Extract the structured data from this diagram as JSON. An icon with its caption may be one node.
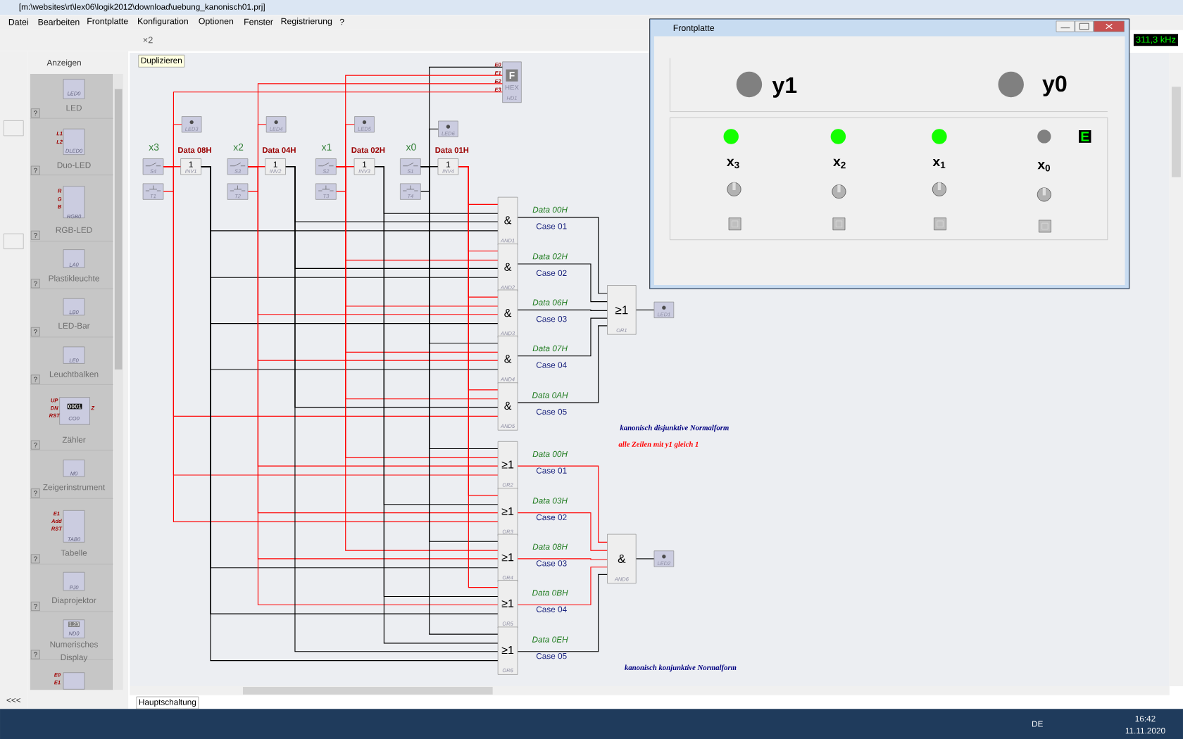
{
  "diagram": {
    "nodes": [
      {
        "text": [
          "F",
          "HEX",
          "HD1"
        ],
        "beside": [
          "E0",
          "E1",
          "E2",
          "E3"
        ]
      },
      {
        "text": [
          "LED3"
        ]
      },
      {
        "text": [
          "LED4"
        ]
      },
      {
        "text": [
          "LED5"
        ]
      },
      {
        "text": [
          "LED6"
        ]
      },
      {
        "text": [
          "S4"
        ],
        "beside": [
          "x3"
        ]
      },
      {
        "text": [
          "1",
          "INV1"
        ],
        "beside": [
          "Data 08H"
        ]
      },
      {
        "text": [
          "T1"
        ]
      },
      {
        "text": [
          "S3"
        ],
        "beside": [
          "x2"
        ]
      },
      {
        "text": [
          "1",
          "INV2"
        ],
        "beside": [
          "Data 04H"
        ]
      },
      {
        "text": [
          "T2"
        ]
      },
      {
        "text": [
          "S2"
        ],
        "beside": [
          "x1"
        ]
      },
      {
        "text": [
          "1",
          "INV3"
        ],
        "beside": [
          "Data 02H"
        ]
      },
      {
        "text": [
          "T3"
        ]
      },
      {
        "text": [
          "S1"
        ],
        "beside": [
          "x0"
        ]
      },
      {
        "text": [
          "1",
          "INV4"
        ],
        "beside": [
          "Data 01H"
        ]
      },
      {
        "text": [
          "T4"
        ]
      },
      {
        "text": [
          "&",
          "AND1"
        ],
        "beside": [
          "Data 00H",
          "Case 01"
        ]
      },
      {
        "text": [
          "&",
          "AND2"
        ],
        "beside": [
          "Data 02H",
          "Case 02"
        ]
      },
      {
        "text": [
          "&",
          "AND3"
        ],
        "beside": [
          "Data 06H",
          "Case 03"
        ]
      },
      {
        "text": [
          "&",
          "AND4"
        ],
        "beside": [
          "Data 07H",
          "Case 04"
        ]
      },
      {
        "text": [
          "&",
          "AND5"
        ],
        "beside": [
          "Data 0AH",
          "Case 05"
        ]
      },
      {
        "text": [
          "≥1",
          "OR1"
        ]
      },
      {
        "text": [
          "LED1"
        ]
      },
      {
        "text": [
          "≥1",
          "OR2"
        ],
        "beside": [
          "Data 00H",
          "Case 01"
        ]
      },
      {
        "text": [
          "≥1",
          "OR3"
        ],
        "beside": [
          "Data 03H",
          "Case 02"
        ]
      },
      {
        "text": [
          "≥1",
          "OR4"
        ],
        "beside": [
          "Data 08H",
          "Case 03"
        ]
      },
      {
        "text": [
          "≥1",
          "OR5"
        ],
        "beside": [
          "Data 0BH",
          "Case 04"
        ]
      },
      {
        "text": [
          "≥1",
          "OR6"
        ],
        "beside": [
          "Data 0EH",
          "Case 05"
        ]
      },
      {
        "text": [
          "&",
          "AND6"
        ]
      },
      {
        "text": [
          "LED2"
        ]
      }
    ],
    "edges": [
      {
        "from": 5,
        "to": 6,
        "arrow": "none"
      },
      {
        "from": 7,
        "to": 6,
        "arrow": "none"
      },
      {
        "from": 5,
        "to": 1,
        "arrow": "none"
      },
      {
        "from": 8,
        "to": 9,
        "arrow": "none"
      },
      {
        "from": 10,
        "to": 9,
        "arrow": "none"
      },
      {
        "from": 8,
        "to": 2,
        "arrow": "none"
      },
      {
        "from": 11,
        "to": 12,
        "arrow": "none"
      },
      {
        "from": 13,
        "to": 12,
        "arrow": "none"
      },
      {
        "from": 11,
        "to": 3,
        "arrow": "none"
      },
      {
        "from": 14,
        "to": 15,
        "arrow": "none",
        "color": "#000000"
      },
      {
        "from": 16,
        "to": 15,
        "arrow": "none",
        "color": "#000000"
      },
      {
        "from": 14,
        "to": 4,
        "arrow": "none",
        "color": "#000000"
      },
      {
        "from": 14,
        "to": 0,
        "arrow": "none",
        "color": "#000000"
      },
      {
        "from": 11,
        "to": 0,
        "arrow": "none"
      },
      {
        "from": 8,
        "to": 0,
        "arrow": "none"
      },
      {
        "from": 5,
        "to": 0,
        "arrow": "none"
      },
      {
        "from": 15,
        "to": 17,
        "arrow": "none"
      },
      {
        "from": 12,
        "to": 17,
        "arrow": "none",
        "color": "#000000"
      },
      {
        "from": 9,
        "to": 17,
        "arrow": "none",
        "color": "#000000"
      },
      {
        "from": 6,
        "to": 17,
        "arrow": "none",
        "color": "#000000"
      },
      {
        "from": 15,
        "to": 18,
        "arrow": "none"
      },
      {
        "from": 11,
        "to": 18,
        "arrow": "none"
      },
      {
        "from": 9,
        "to": 18,
        "arrow": "none",
        "color": "#000000"
      },
      {
        "from": 6,
        "to": 18,
        "arrow": "none",
        "color": "#000000"
      },
      {
        "from": 15,
        "to": 19,
        "arrow": "none"
      },
      {
        "from": 11,
        "to": 19,
        "arrow": "none"
      },
      {
        "from": 8,
        "to": 19,
        "arrow": "none"
      },
      {
        "from": 6,
        "to": 19,
        "arrow": "none",
        "color": "#000000"
      },
      {
        "from": 14,
        "to": 20,
        "arrow": "none",
        "color": "#000000"
      },
      {
        "from": 11,
        "to": 20,
        "arrow": "none"
      },
      {
        "from": 8,
        "to": 20,
        "arrow": "none"
      },
      {
        "from": 6,
        "to": 20,
        "arrow": "none",
        "color": "#000000"
      },
      {
        "from": 15,
        "to": 21,
        "arrow": "none"
      },
      {
        "from": 11,
        "to": 21,
        "arrow": "none"
      },
      {
        "from": 9,
        "to": 21,
        "arrow": "none",
        "color": "#000000"
      },
      {
        "from": 5,
        "to": 21,
        "arrow": "none"
      },
      {
        "from": 14,
        "to": 24,
        "arrow": "none",
        "color": "#000000"
      },
      {
        "from": 11,
        "to": 24,
        "arrow": "none"
      },
      {
        "from": 8,
        "to": 24,
        "arrow": "none"
      },
      {
        "from": 5,
        "to": 24,
        "arrow": "none"
      },
      {
        "from": 15,
        "to": 25,
        "arrow": "none"
      },
      {
        "from": 12,
        "to": 25,
        "arrow": "none",
        "color": "#000000"
      },
      {
        "from": 8,
        "to": 25,
        "arrow": "none"
      },
      {
        "from": 5,
        "to": 25,
        "arrow": "none"
      },
      {
        "from": 14,
        "to": 26,
        "arrow": "none",
        "color": "#000000"
      },
      {
        "from": 11,
        "to": 26,
        "arrow": "none"
      },
      {
        "from": 8,
        "to": 26,
        "arrow": "none"
      },
      {
        "from": 6,
        "to": 26,
        "arrow": "none",
        "color": "#000000"
      },
      {
        "from": 15,
        "to": 27,
        "arrow": "none"
      },
      {
        "from": 12,
        "to": 27,
        "arrow": "none",
        "color": "#000000"
      },
      {
        "from": 8,
        "to": 27,
        "arrow": "none"
      },
      {
        "from": 6,
        "to": 27,
        "arrow": "none",
        "color": "#000000"
      },
      {
        "from": 14,
        "to": 28,
        "arrow": "none",
        "color": "#000000"
      },
      {
        "from": 12,
        "to": 28,
        "arrow": "none",
        "color": "#000000"
      },
      {
        "from": 9,
        "to": 28,
        "arrow": "none",
        "color": "#000000"
      },
      {
        "from": 6,
        "to": 28,
        "arrow": "none",
        "color": "#000000"
      },
      {
        "from": 17,
        "to": 22,
        "arrow": "none",
        "color": "#000000"
      },
      {
        "from": 18,
        "to": 22,
        "arrow": "none",
        "color": "#000000"
      },
      {
        "from": 19,
        "to": 22,
        "arrow": "none",
        "color": "#000000"
      },
      {
        "from": 20,
        "to": 22,
        "arrow": "none",
        "color": "#000000"
      },
      {
        "from": 21,
        "to": 22,
        "arrow": "none",
        "color": "#000000"
      },
      {
        "from": 22,
        "to": 23,
        "arrow": "none",
        "color": "#000000"
      },
      {
        "from": 24,
        "to": 29,
        "arrow": "none"
      },
      {
        "from": 25,
        "to": 29,
        "arrow": "none"
      },
      {
        "from": 26,
        "to": 29,
        "arrow": "none"
      },
      {
        "from": 27,
        "to": 29,
        "arrow": "none"
      },
      {
        "from": 28,
        "to": 29,
        "arrow": "none",
        "color": "#000000"
      },
      {
        "from": 29,
        "to": 30,
        "arrow": "none",
        "color": "#000000"
      }
    ],
    "labels": [
      "[m:\\websites\\rt\\lex06\\logik2012\\download\\uebung_kanonisch01.prj]",
      "Datei",
      "Bearbeiten",
      "Frontplatte",
      "Konfiguration",
      "Optionen",
      "Fenster",
      "Registrierung",
      "?",
      "×2",
      "Anzeigen",
      "Duplizieren",
      "311,3 kHz",
      "Frontplatte",
      "y1",
      "y0",
      "x$_{3}$",
      "x$_{2}$",
      "x$_{1}$",
      "x$_{0}$",
      "E",
      "kanonisch disjunktive Normalform",
      "alle Zeilen mit y1 gleich 1",
      "kanonisch konjunktive Normalform",
      "Hauptschaltung",
      "<<<",
      "DE",
      "16:42",
      "11.11.2020",
      "LED0",
      "LED",
      "?",
      "L1",
      "L2",
      "DLED0",
      "Duo-LED",
      "?",
      "R",
      "G",
      "B",
      "RGB0",
      "RGB-LED",
      "?",
      "LA0",
      "Plastikleuchte",
      "?",
      "LB0",
      "LED-Bar",
      "?",
      "LE0",
      "Leuchtbalken",
      "?",
      "UP",
      "DN",
      "RST",
      "0001",
      "Z",
      "CO0",
      "Zähler",
      "?",
      "M0",
      "Zeigerinstrument",
      "?",
      "E1",
      "Add",
      "RST",
      "TAB0",
      "Tabelle",
      "?",
      "PJ0",
      "Diaprojektor",
      "?",
      "1,23",
      "ND0",
      "Numerisches Display",
      "?",
      "E0",
      "E1"
    ]
  }
}
